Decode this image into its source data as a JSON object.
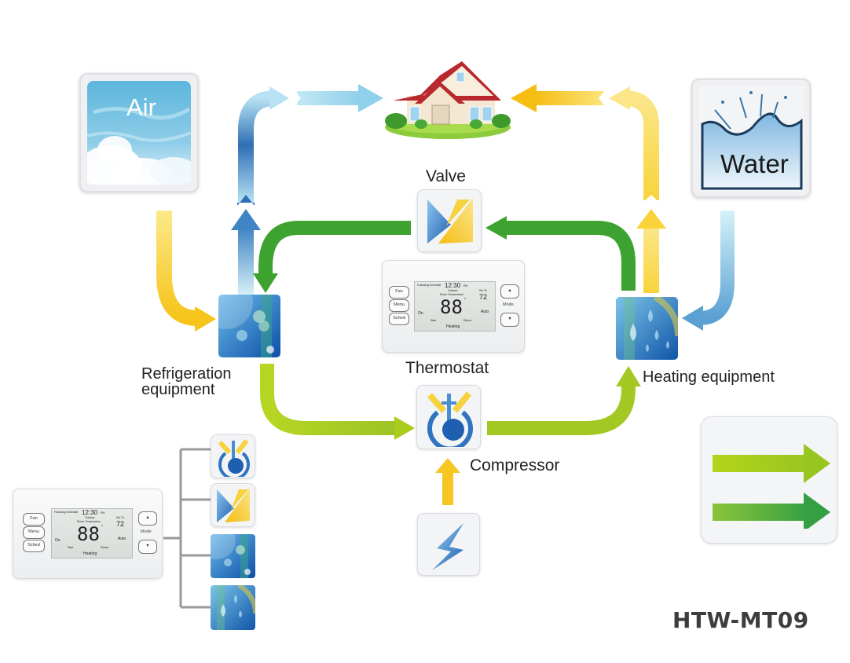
{
  "diagram": {
    "model": "HTW-MT09",
    "nodes": {
      "air": {
        "label": "Air",
        "icon": "air-cloud-icon"
      },
      "water": {
        "label": "Water",
        "icon": "water-splash-icon"
      },
      "house": {
        "icon": "house-icon"
      },
      "valve": {
        "label": "Valve",
        "icon": "valve-icon"
      },
      "thermostat": {
        "label": "Thermostat",
        "icon": "thermostat-device"
      },
      "refrigeration": {
        "label_line1": "Refrigeration",
        "label_line2": "equipment",
        "icon": "refrigeration-icon"
      },
      "heating": {
        "label": "Heating equipment",
        "icon": "heating-icon"
      },
      "compressor": {
        "label": "Compressor",
        "icon": "compressor-icon"
      },
      "power": {
        "icon": "lightning-icon"
      }
    },
    "thermostat_display": {
      "schedule": "Following Schedule",
      "time": "12:30",
      "ampm": "PM",
      "outdoor": "Outdoor",
      "room_label": "Room Temperature",
      "room_temp": "88",
      "degree": "°",
      "set_label": "Set To",
      "set_temp": "72",
      "left_status": "On",
      "right_status": "Auto",
      "start": "Start",
      "return": "Return",
      "mode": "Heating",
      "buttons": {
        "fan": "Fan",
        "menu": "Menu",
        "sched": "Sched",
        "mode": "Mode",
        "up": "▲",
        "down": "▼"
      }
    },
    "legend": {
      "arrows": [
        "flow-arrow-light-green",
        "flow-arrow-dark-green"
      ]
    },
    "colors": {
      "yellow": "#f7c21a",
      "light_blue": "#b9e3f2",
      "mid_blue": "#3f86c6",
      "dark_green": "#3da22f",
      "lime_green": "#a9cc1f",
      "text": "#222222",
      "model_text": "#3d3d3d"
    }
  }
}
